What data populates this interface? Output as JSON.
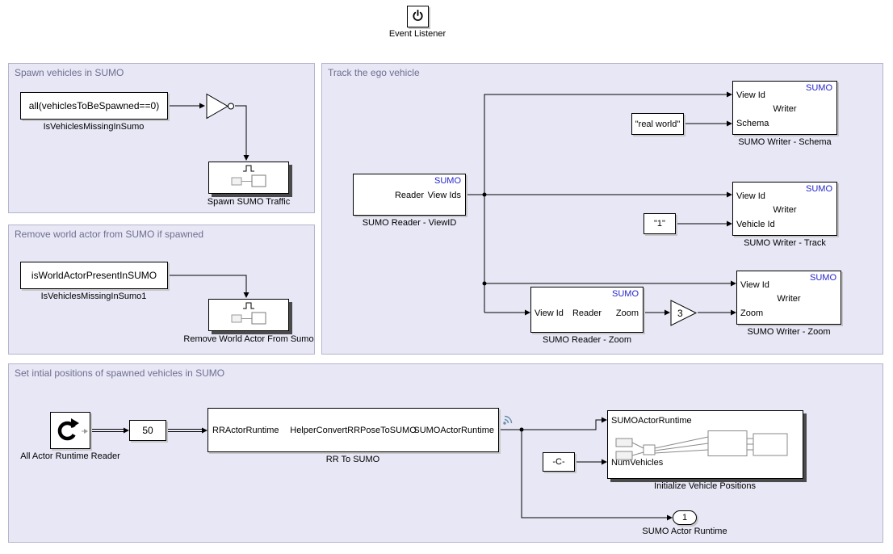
{
  "colors": {
    "area_fill": "#e7e7f6",
    "area_border": "#b5b5cd",
    "area_title": "#6f6f8f",
    "sumo_tag": "#2424cc"
  },
  "event_listener": {
    "label": "Event Listener"
  },
  "areas": {
    "spawn": {
      "title": "Spawn vehicles in SUMO",
      "condition": {
        "text": "all(vehiclesToBeSpawned==0)",
        "label": "IsVehiclesMissingInSumo"
      },
      "subsystem": {
        "label": "Spawn SUMO Traffic"
      }
    },
    "remove": {
      "title": "Remove world actor from SUMO if spawned",
      "condition": {
        "text": "isWorldActorPresentInSUMO",
        "label": "IsVehiclesMissingInSumo1"
      },
      "subsystem": {
        "label": "Remove World Actor From Sumo"
      }
    },
    "track": {
      "title": "Track the ego vehicle",
      "reader_viewid": {
        "tag": "SUMO",
        "center": "Reader",
        "out_port": "View Ids",
        "label": "SUMO Reader - ViewID"
      },
      "writer_schema": {
        "tag": "SUMO",
        "in_top": "View Id",
        "center": "Writer",
        "in_bottom": "Schema",
        "label": "SUMO Writer - Schema"
      },
      "const_real_world": {
        "text": "\"real world\""
      },
      "writer_track": {
        "tag": "SUMO",
        "in_top": "View Id",
        "center": "Writer",
        "in_bottom": "Vehicle Id",
        "label": "SUMO Writer - Track"
      },
      "const_vehicle_id": {
        "text": "\"1\""
      },
      "reader_zoom": {
        "tag": "SUMO",
        "in_left": "View Id",
        "center": "Reader",
        "out_port": "Zoom",
        "label": "SUMO Reader - Zoom"
      },
      "gain": {
        "value": "3"
      },
      "writer_zoom": {
        "tag": "SUMO",
        "in_top": "View Id",
        "center": "Writer",
        "in_bottom": "Zoom",
        "label": "SUMO Writer - Zoom"
      }
    },
    "init": {
      "title": "Set intial positions of spawned vehicles in SUMO",
      "actor_reader": {
        "label": "All Actor Runtime Reader"
      },
      "sample_block": {
        "text": "50"
      },
      "rr_to_sumo": {
        "in_port": "RRActorRuntime",
        "center": "HelperConvertRRPoseToSUMO",
        "out_port": "SUMOActorRuntime",
        "label": "RR To SUMO"
      },
      "const_c": {
        "text": "-C-"
      },
      "init_positions": {
        "in_top": "SUMOActorRuntime",
        "in_bottom": "NumVehicles",
        "label": "Initialize Vehicle Positions"
      },
      "outport": {
        "value": "1",
        "label": "SUMO Actor Runtime"
      }
    }
  }
}
